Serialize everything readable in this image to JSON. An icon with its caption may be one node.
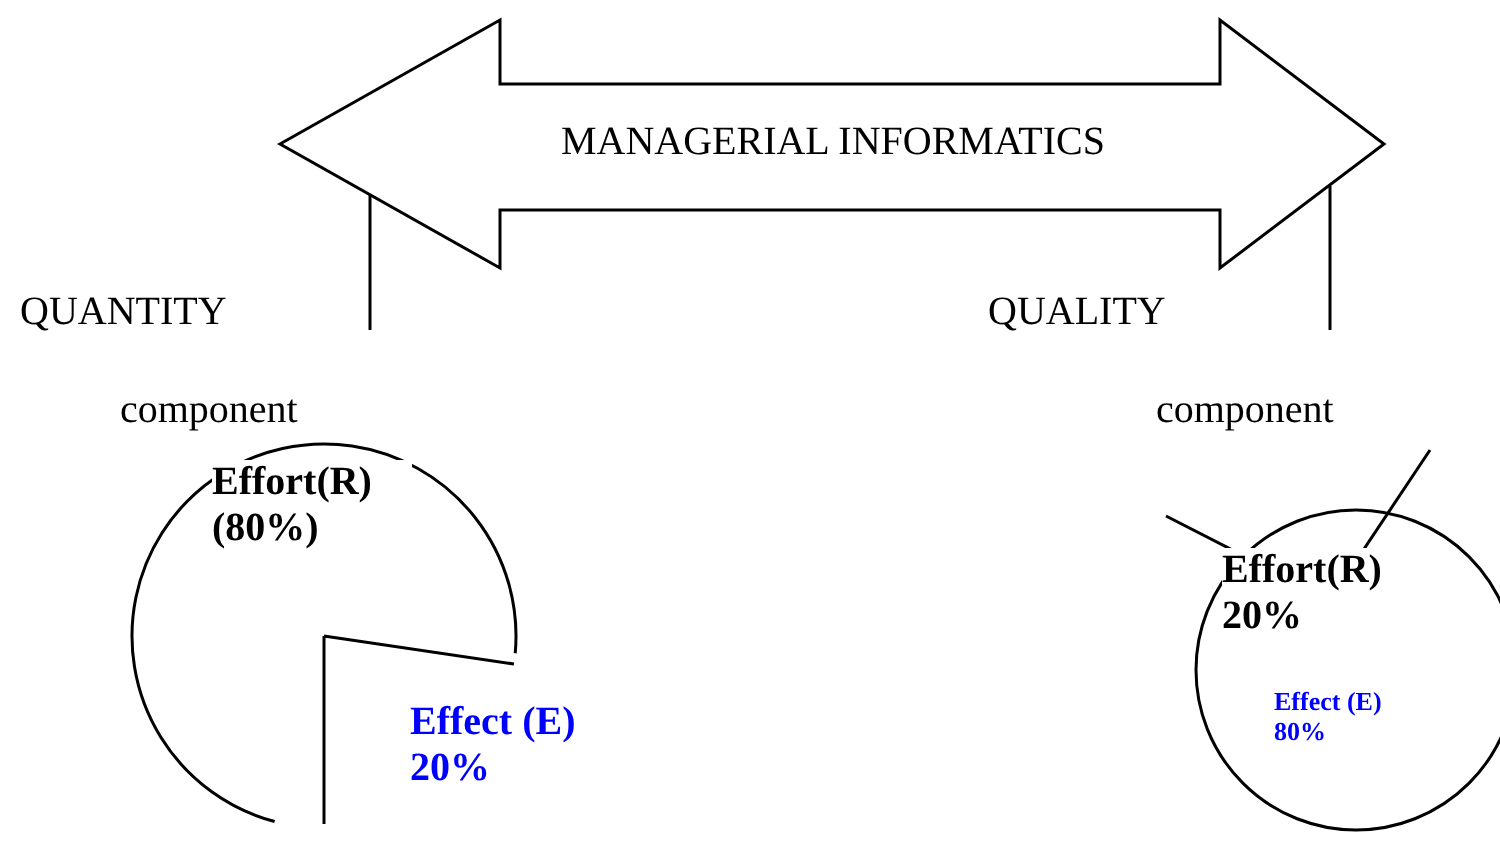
{
  "diagram": {
    "nodes": [
      {
        "text": [
          "MANAGERIAL INFORMATICS"
        ]
      },
      {
        "text": [
          "Effort(R) (80%)",
          "Effect (E) 20%"
        ],
        "beside": [
          "component"
        ]
      },
      {
        "text": [
          "Effort(R) 20%",
          "Effect (E) 80%"
        ],
        "beside": [
          "component"
        ]
      }
    ],
    "labels": [
      "QUANTITY",
      "QUALITY"
    ]
  }
}
